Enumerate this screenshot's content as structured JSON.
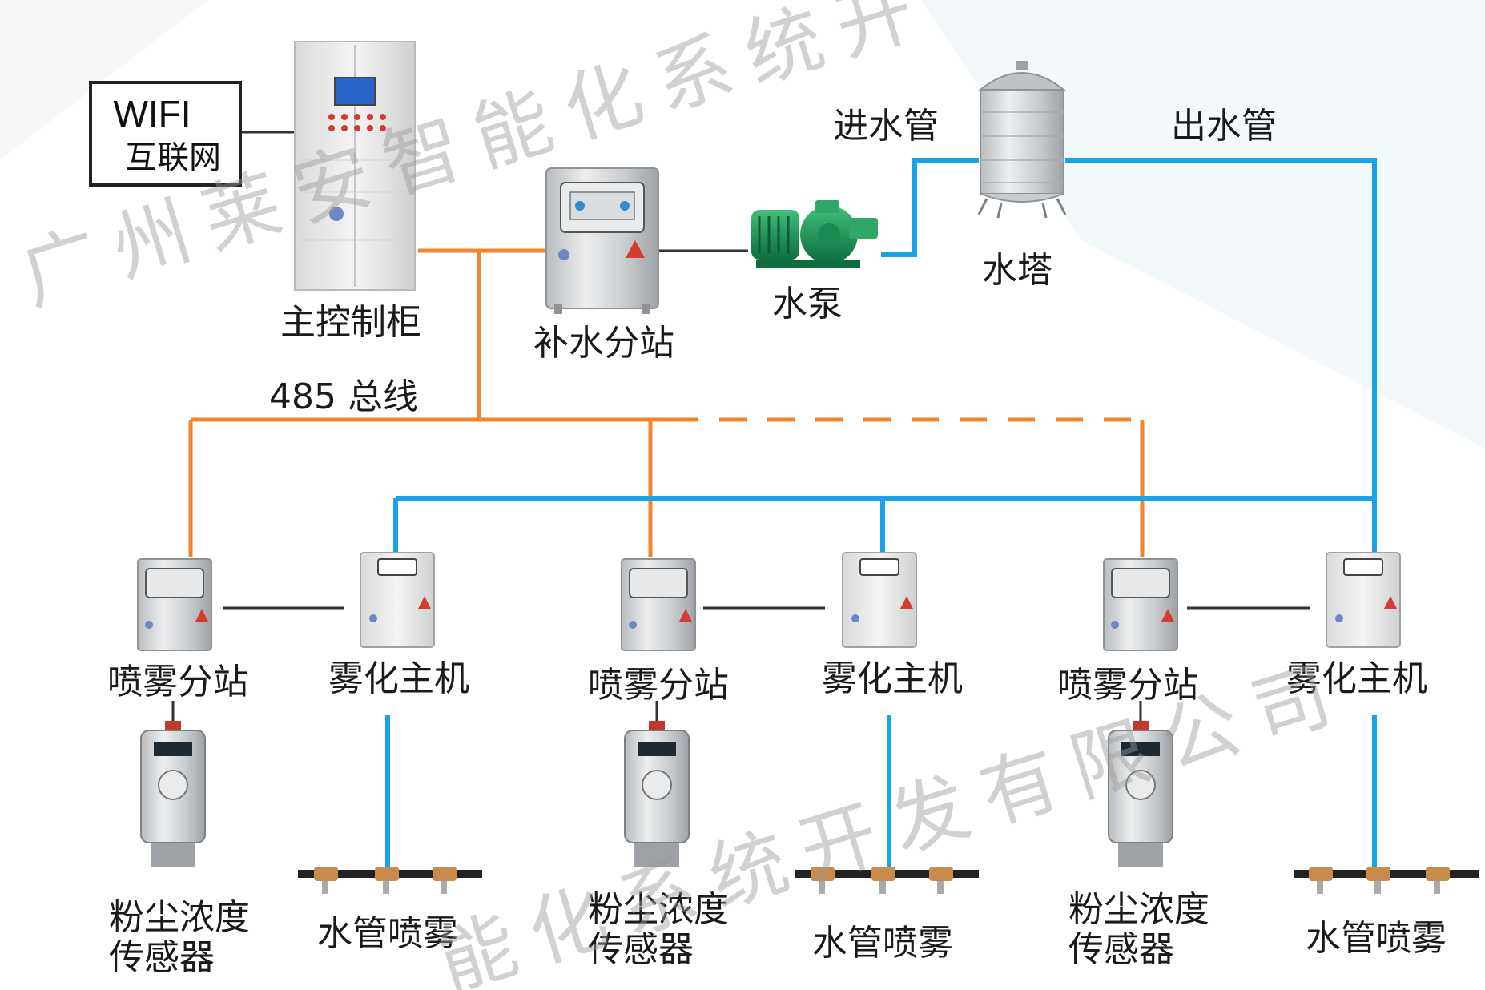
{
  "watermark": {
    "line1": "广州莱安智能化系统开",
    "line2": "能化系统开发有限公司"
  },
  "network": {
    "line1": "WIFI",
    "line2": "互联网"
  },
  "labels": {
    "main_cabinet": "主控制柜",
    "refill_station": "补水分站",
    "pump": "水泵",
    "tower": "水塔",
    "inlet_pipe": "进水管",
    "outlet_pipe": "出水管",
    "bus": "485 总线"
  },
  "units": [
    {
      "spray_station": "喷雾分站",
      "atomizer": "雾化主机",
      "sensor_l1": "粉尘浓度",
      "sensor_l2": "传感器",
      "nozzle": "水管喷雾"
    },
    {
      "spray_station": "喷雾分站",
      "atomizer": "雾化主机",
      "sensor_l1": "粉尘浓度",
      "sensor_l2": "传感器",
      "nozzle": "水管喷雾"
    },
    {
      "spray_station": "喷雾分站",
      "atomizer": "雾化主机",
      "sensor_l1": "粉尘浓度",
      "sensor_l2": "传感器",
      "nozzle": "水管喷雾"
    }
  ],
  "colors": {
    "bus_line": "#f0852d",
    "water_line": "#1aa3e8",
    "signal_line": "#333333"
  }
}
